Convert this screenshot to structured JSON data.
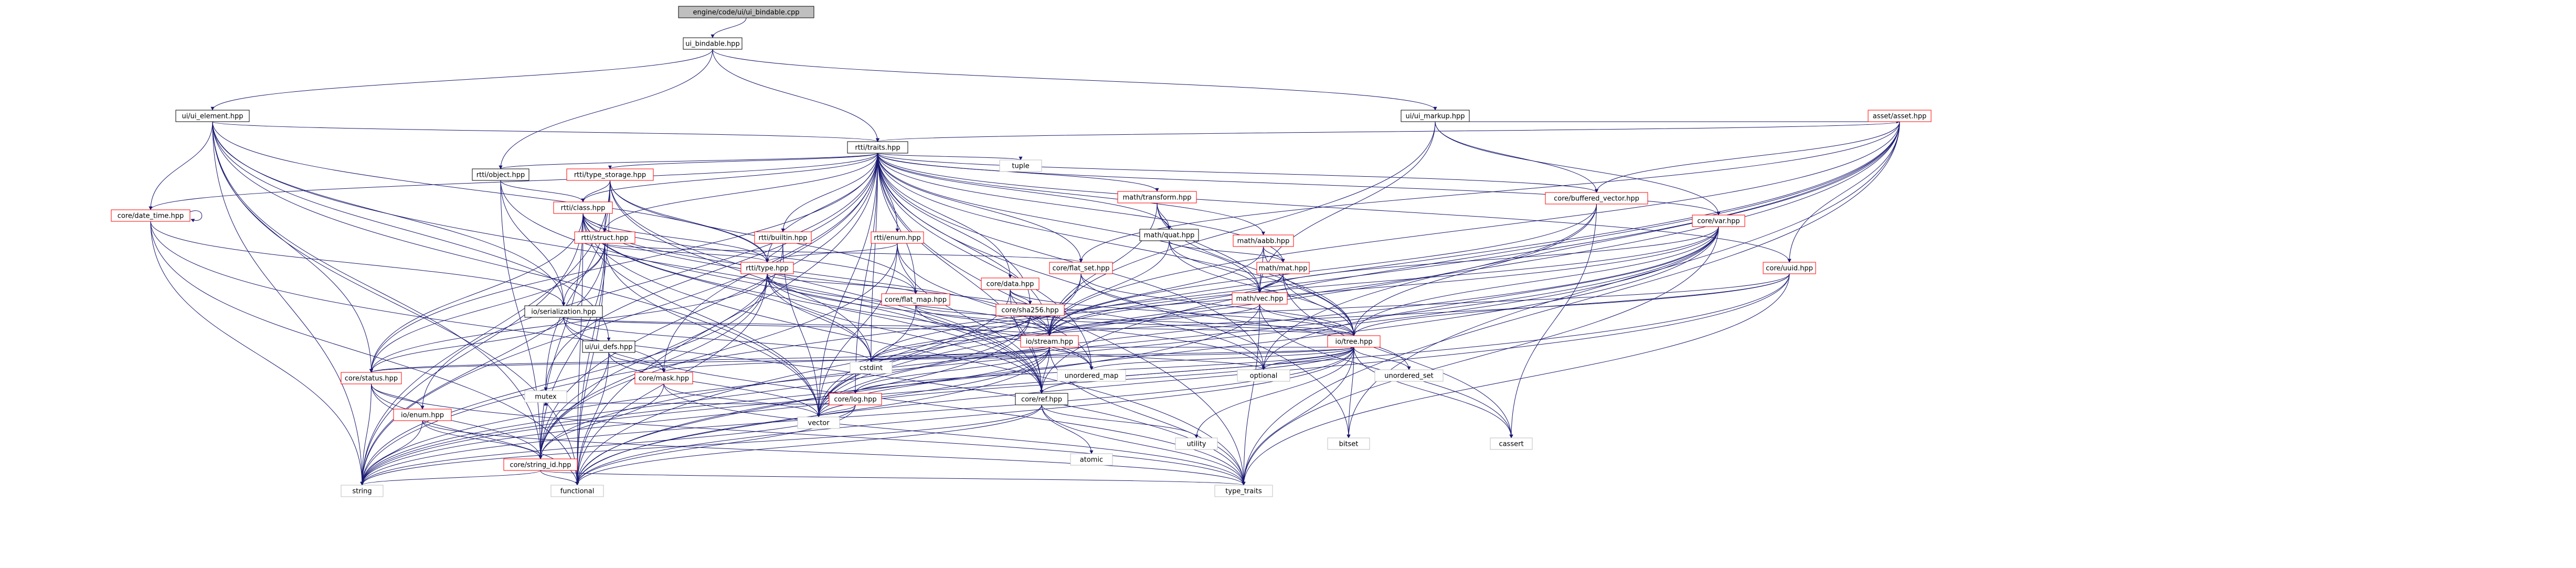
{
  "graph": {
    "nodes": [
      {
        "id": "root",
        "label": "engine/code/ui/ui_bindable.cpp",
        "kind": "root"
      },
      {
        "id": "ui_bindable",
        "label": "ui_bindable.hpp",
        "kind": "normal"
      },
      {
        "id": "ui_element",
        "label": "ui/ui_element.hpp",
        "kind": "normal"
      },
      {
        "id": "ui_markup",
        "label": "ui/ui_markup.hpp",
        "kind": "normal"
      },
      {
        "id": "asset",
        "label": "asset/asset.hpp",
        "kind": "red"
      },
      {
        "id": "rtti_traits",
        "label": "rtti/traits.hpp",
        "kind": "normal"
      },
      {
        "id": "rtti_object",
        "label": "rtti/object.hpp",
        "kind": "normal"
      },
      {
        "id": "rtti_type_storage",
        "label": "rtti/type_storage.hpp",
        "kind": "red"
      },
      {
        "id": "rtti_class",
        "label": "rtti/class.hpp",
        "kind": "red"
      },
      {
        "id": "rtti_struct",
        "label": "rtti/struct.hpp",
        "kind": "red"
      },
      {
        "id": "rtti_builtin",
        "label": "rtti/builtin.hpp",
        "kind": "red"
      },
      {
        "id": "rtti_enum",
        "label": "rtti/enum.hpp",
        "kind": "red"
      },
      {
        "id": "rtti_type",
        "label": "rtti/type.hpp",
        "kind": "red"
      },
      {
        "id": "math_transform",
        "label": "math/transform.hpp",
        "kind": "red"
      },
      {
        "id": "math_quat",
        "label": "math/quat.hpp",
        "kind": "normal"
      },
      {
        "id": "math_aabb",
        "label": "math/aabb.hpp",
        "kind": "red"
      },
      {
        "id": "math_mat",
        "label": "math/mat.hpp",
        "kind": "red"
      },
      {
        "id": "math_vec",
        "label": "math/vec.hpp",
        "kind": "red"
      },
      {
        "id": "core_buffered_vector",
        "label": "core/buffered_vector.hpp",
        "kind": "red"
      },
      {
        "id": "core_var",
        "label": "core/var.hpp",
        "kind": "red"
      },
      {
        "id": "core_uuid",
        "label": "core/uuid.hpp",
        "kind": "red"
      },
      {
        "id": "core_flat_set",
        "label": "core/flat_set.hpp",
        "kind": "red"
      },
      {
        "id": "core_flat_map",
        "label": "core/flat_map.hpp",
        "kind": "red"
      },
      {
        "id": "core_data",
        "label": "core/data.hpp",
        "kind": "red"
      },
      {
        "id": "core_sha256",
        "label": "core/sha256.hpp",
        "kind": "red"
      },
      {
        "id": "core_date_time",
        "label": "core/date_time.hpp",
        "kind": "red"
      },
      {
        "id": "io_serialization",
        "label": "io/serialization.hpp",
        "kind": "normal"
      },
      {
        "id": "ui_defs",
        "label": "ui/ui_defs.hpp",
        "kind": "normal"
      },
      {
        "id": "io_stream",
        "label": "io/stream.hpp",
        "kind": "red"
      },
      {
        "id": "io_tree",
        "label": "io/tree.hpp",
        "kind": "red"
      },
      {
        "id": "core_status",
        "label": "core/status.hpp",
        "kind": "red"
      },
      {
        "id": "core_mask",
        "label": "core/mask.hpp",
        "kind": "red"
      },
      {
        "id": "core_log",
        "label": "core/log.hpp",
        "kind": "red"
      },
      {
        "id": "core_ref",
        "label": "core/ref.hpp",
        "kind": "normal"
      },
      {
        "id": "io_enum",
        "label": "io/enum.hpp",
        "kind": "red"
      },
      {
        "id": "core_string_id",
        "label": "core/string_id.hpp",
        "kind": "red"
      },
      {
        "id": "tuple",
        "label": "tuple",
        "kind": "leaf"
      },
      {
        "id": "cstdint",
        "label": "cstdint",
        "kind": "leaf"
      },
      {
        "id": "unordered_map",
        "label": "unordered_map",
        "kind": "leaf"
      },
      {
        "id": "optional",
        "label": "optional",
        "kind": "leaf"
      },
      {
        "id": "unordered_set",
        "label": "unordered_set",
        "kind": "leaf"
      },
      {
        "id": "vector",
        "label": "vector",
        "kind": "leaf"
      },
      {
        "id": "mutex",
        "label": "mutex",
        "kind": "leaf"
      },
      {
        "id": "atomic",
        "label": "atomic",
        "kind": "leaf"
      },
      {
        "id": "utility",
        "label": "utility",
        "kind": "leaf"
      },
      {
        "id": "bitset",
        "label": "bitset",
        "kind": "leaf"
      },
      {
        "id": "cassert",
        "label": "cassert",
        "kind": "leaf"
      },
      {
        "id": "string",
        "label": "string",
        "kind": "leaf"
      },
      {
        "id": "functional",
        "label": "functional",
        "kind": "leaf"
      },
      {
        "id": "type_traits",
        "label": "type_traits",
        "kind": "leaf"
      }
    ],
    "edges": [
      [
        "root",
        "ui_bindable"
      ],
      [
        "ui_bindable",
        "ui_element"
      ],
      [
        "ui_bindable",
        "ui_markup"
      ],
      [
        "ui_bindable",
        "rtti_traits"
      ],
      [
        "ui_bindable",
        "rtti_object"
      ],
      [
        "ui_element",
        "rtti_traits"
      ],
      [
        "ui_element",
        "core_date_time"
      ],
      [
        "ui_element",
        "io_serialization"
      ],
      [
        "ui_element",
        "core_status"
      ],
      [
        "ui_element",
        "core_string_id"
      ],
      [
        "ui_element",
        "ui_defs"
      ],
      [
        "ui_element",
        "core_ref"
      ],
      [
        "ui_element",
        "vector"
      ],
      [
        "ui_element",
        "string"
      ],
      [
        "ui_element",
        "functional"
      ],
      [
        "ui_element",
        "rtti_type"
      ],
      [
        "ui_markup",
        "asset"
      ],
      [
        "ui_markup",
        "core_buffered_vector"
      ],
      [
        "ui_markup",
        "core_var"
      ],
      [
        "ui_markup",
        "io_stream"
      ],
      [
        "ui_markup",
        "math_vec"
      ],
      [
        "asset",
        "rtti_traits"
      ],
      [
        "asset",
        "core_uuid"
      ],
      [
        "asset",
        "core_buffered_vector"
      ],
      [
        "asset",
        "core_flat_set"
      ],
      [
        "asset",
        "io_stream"
      ],
      [
        "asset",
        "core_ref"
      ],
      [
        "asset",
        "vector"
      ],
      [
        "asset",
        "functional"
      ],
      [
        "asset",
        "type_traits"
      ],
      [
        "asset",
        "string"
      ],
      [
        "asset",
        "optional"
      ],
      [
        "asset",
        "bitset"
      ],
      [
        "rtti_traits",
        "tuple"
      ],
      [
        "rtti_traits",
        "rtti_type_storage"
      ],
      [
        "rtti_traits",
        "rtti_class"
      ],
      [
        "rtti_traits",
        "rtti_struct"
      ],
      [
        "rtti_traits",
        "rtti_builtin"
      ],
      [
        "rtti_traits",
        "rtti_enum"
      ],
      [
        "rtti_traits",
        "rtti_type"
      ],
      [
        "rtti_traits",
        "rtti_object"
      ],
      [
        "rtti_traits",
        "math_transform"
      ],
      [
        "rtti_traits",
        "math_quat"
      ],
      [
        "rtti_traits",
        "math_aabb"
      ],
      [
        "rtti_traits",
        "math_mat"
      ],
      [
        "rtti_traits",
        "math_vec"
      ],
      [
        "rtti_traits",
        "core_buffered_vector"
      ],
      [
        "rtti_traits",
        "core_var"
      ],
      [
        "rtti_traits",
        "core_uuid"
      ],
      [
        "rtti_traits",
        "core_flat_set"
      ],
      [
        "rtti_traits",
        "core_flat_map"
      ],
      [
        "rtti_traits",
        "core_data"
      ],
      [
        "rtti_traits",
        "core_sha256"
      ],
      [
        "rtti_traits",
        "core_date_time"
      ],
      [
        "rtti_traits",
        "io_stream"
      ],
      [
        "rtti_traits",
        "io_tree"
      ],
      [
        "rtti_traits",
        "core_status"
      ],
      [
        "rtti_traits",
        "core_mask"
      ],
      [
        "rtti_traits",
        "core_log"
      ],
      [
        "rtti_traits",
        "core_ref"
      ],
      [
        "rtti_traits",
        "io_enum"
      ],
      [
        "rtti_traits",
        "core_string_id"
      ],
      [
        "rtti_traits",
        "mutex"
      ],
      [
        "rtti_traits",
        "cstdint"
      ],
      [
        "rtti_traits",
        "unordered_map"
      ],
      [
        "rtti_traits",
        "optional"
      ],
      [
        "rtti_traits",
        "vector"
      ],
      [
        "rtti_traits",
        "string"
      ],
      [
        "rtti_traits",
        "functional"
      ],
      [
        "rtti_traits",
        "type_traits"
      ],
      [
        "rtti_traits",
        "bitset"
      ],
      [
        "rtti_object",
        "rtti_class"
      ],
      [
        "rtti_object",
        "core_ref"
      ],
      [
        "rtti_object",
        "core_string_id"
      ],
      [
        "rtti_object",
        "io_serialization"
      ],
      [
        "rtti_type_storage",
        "rtti_class"
      ],
      [
        "rtti_type_storage",
        "rtti_struct"
      ],
      [
        "rtti_type_storage",
        "rtti_type"
      ],
      [
        "rtti_type_storage",
        "core_flat_map"
      ],
      [
        "rtti_type_storage",
        "core_ref"
      ],
      [
        "rtti_type_storage",
        "cstdint"
      ],
      [
        "rtti_type_storage",
        "string"
      ],
      [
        "rtti_type_storage",
        "functional"
      ],
      [
        "rtti_type_storage",
        "mutex"
      ],
      [
        "rtti_class",
        "rtti_struct"
      ],
      [
        "rtti_class",
        "rtti_type"
      ],
      [
        "rtti_class",
        "core_flat_map"
      ],
      [
        "rtti_class",
        "core_status"
      ],
      [
        "rtti_class",
        "core_string_id"
      ],
      [
        "rtti_class",
        "core_ref"
      ],
      [
        "rtti_class",
        "io_stream"
      ],
      [
        "rtti_class",
        "cstdint"
      ],
      [
        "rtti_class",
        "string"
      ],
      [
        "rtti_class",
        "functional"
      ],
      [
        "rtti_class",
        "vector"
      ],
      [
        "rtti_class",
        "type_traits"
      ],
      [
        "rtti_class",
        "optional"
      ],
      [
        "rtti_struct",
        "rtti_type"
      ],
      [
        "rtti_struct",
        "core_flat_set"
      ],
      [
        "rtti_struct",
        "io_serialization"
      ],
      [
        "rtti_struct",
        "core_status"
      ],
      [
        "rtti_struct",
        "core_string_id"
      ],
      [
        "rtti_struct",
        "string"
      ],
      [
        "rtti_struct",
        "functional"
      ],
      [
        "rtti_struct",
        "vector"
      ],
      [
        "rtti_builtin",
        "rtti_type"
      ],
      [
        "rtti_builtin",
        "vector"
      ],
      [
        "rtti_builtin",
        "core_string_id"
      ],
      [
        "rtti_enum",
        "rtti_type"
      ],
      [
        "rtti_enum",
        "core_string_id"
      ],
      [
        "rtti_enum",
        "unordered_map"
      ],
      [
        "rtti_enum",
        "vector"
      ],
      [
        "rtti_enum",
        "core_ref"
      ],
      [
        "rtti_type",
        "core_flat_map"
      ],
      [
        "rtti_type",
        "io_stream"
      ],
      [
        "rtti_type",
        "core_status"
      ],
      [
        "rtti_type",
        "core_string_id"
      ],
      [
        "rtti_type",
        "core_ref"
      ],
      [
        "rtti_type",
        "cstdint"
      ],
      [
        "rtti_type",
        "optional"
      ],
      [
        "rtti_type",
        "unordered_map"
      ],
      [
        "rtti_type",
        "functional"
      ],
      [
        "rtti_type",
        "string"
      ],
      [
        "math_transform",
        "math_quat"
      ],
      [
        "math_transform",
        "math_vec"
      ],
      [
        "math_transform",
        "io_stream"
      ],
      [
        "math_transform",
        "io_tree"
      ],
      [
        "math_quat",
        "math_vec"
      ],
      [
        "math_quat",
        "math_mat"
      ],
      [
        "math_quat",
        "io_stream"
      ],
      [
        "math_quat",
        "io_tree"
      ],
      [
        "math_aabb",
        "math_vec"
      ],
      [
        "math_aabb",
        "math_mat"
      ],
      [
        "math_aabb",
        "io_stream"
      ],
      [
        "math_aabb",
        "io_tree"
      ],
      [
        "math_mat",
        "math_vec"
      ],
      [
        "math_mat",
        "io_stream"
      ],
      [
        "math_mat",
        "io_tree"
      ],
      [
        "math_mat",
        "cassert"
      ],
      [
        "math_vec",
        "io_stream"
      ],
      [
        "math_vec",
        "io_tree"
      ],
      [
        "math_vec",
        "string"
      ],
      [
        "math_vec",
        "cassert"
      ],
      [
        "math_vec",
        "type_traits"
      ],
      [
        "core_buffered_vector",
        "io_stream"
      ],
      [
        "core_buffered_vector",
        "io_tree"
      ],
      [
        "core_buffered_vector",
        "vector"
      ],
      [
        "core_buffered_vector",
        "cassert"
      ],
      [
        "core_var",
        "math_vec"
      ],
      [
        "core_var",
        "io_stream"
      ],
      [
        "core_var",
        "io_tree"
      ],
      [
        "core_var",
        "core_string_id"
      ],
      [
        "core_var",
        "string"
      ],
      [
        "core_var",
        "vector"
      ],
      [
        "core_var",
        "functional"
      ],
      [
        "core_var",
        "type_traits"
      ],
      [
        "core_var",
        "optional"
      ],
      [
        "core_var",
        "cstdint"
      ],
      [
        "core_uuid",
        "io_stream"
      ],
      [
        "core_uuid",
        "io_tree"
      ],
      [
        "core_uuid",
        "string"
      ],
      [
        "core_uuid",
        "functional"
      ],
      [
        "core_uuid",
        "cstdint"
      ],
      [
        "core_uuid",
        "type_traits"
      ],
      [
        "core_flat_set",
        "io_stream"
      ],
      [
        "core_flat_set",
        "io_tree"
      ],
      [
        "core_flat_set",
        "unordered_set"
      ],
      [
        "core_flat_set",
        "vector"
      ],
      [
        "core_flat_map",
        "io_stream"
      ],
      [
        "core_flat_map",
        "io_tree"
      ],
      [
        "core_flat_map",
        "unordered_map"
      ],
      [
        "core_flat_map",
        "vector"
      ],
      [
        "core_data",
        "io_stream"
      ],
      [
        "core_data",
        "io_tree"
      ],
      [
        "core_data",
        "core_sha256"
      ],
      [
        "core_data",
        "core_ref"
      ],
      [
        "core_data",
        "vector"
      ],
      [
        "core_sha256",
        "io_stream"
      ],
      [
        "core_sha256",
        "io_tree"
      ],
      [
        "core_sha256",
        "cstdint"
      ],
      [
        "core_sha256",
        "string"
      ],
      [
        "core_sha256",
        "functional"
      ],
      [
        "core_date_time",
        "core_date_time"
      ],
      [
        "core_date_time",
        "io_serialization"
      ],
      [
        "core_date_time",
        "string"
      ],
      [
        "core_date_time",
        "functional"
      ],
      [
        "core_date_time",
        "type_traits"
      ],
      [
        "io_serialization",
        "io_stream"
      ],
      [
        "io_serialization",
        "io_tree"
      ],
      [
        "io_serialization",
        "core_status"
      ],
      [
        "io_serialization",
        "core_mask"
      ],
      [
        "io_serialization",
        "cstdint"
      ],
      [
        "io_serialization",
        "type_traits"
      ],
      [
        "ui_defs",
        "core_mask"
      ],
      [
        "ui_defs",
        "core_string_id"
      ],
      [
        "ui_defs",
        "vector"
      ],
      [
        "ui_defs",
        "functional"
      ],
      [
        "io_stream",
        "io_tree"
      ],
      [
        "io_stream",
        "core_status"
      ],
      [
        "io_stream",
        "core_mask"
      ],
      [
        "io_stream",
        "core_log"
      ],
      [
        "io_stream",
        "core_ref"
      ],
      [
        "io_stream",
        "cstdint"
      ],
      [
        "io_stream",
        "vector"
      ],
      [
        "io_stream",
        "string"
      ],
      [
        "io_stream",
        "functional"
      ],
      [
        "io_stream",
        "type_traits"
      ],
      [
        "io_stream",
        "optional"
      ],
      [
        "io_tree",
        "core_status"
      ],
      [
        "io_tree",
        "core_log"
      ],
      [
        "io_tree",
        "core_ref"
      ],
      [
        "io_tree",
        "cstdint"
      ],
      [
        "io_tree",
        "unordered_map"
      ],
      [
        "io_tree",
        "unordered_set"
      ],
      [
        "io_tree",
        "optional"
      ],
      [
        "io_tree",
        "vector"
      ],
      [
        "io_tree",
        "utility"
      ],
      [
        "io_tree",
        "bitset"
      ],
      [
        "io_tree",
        "cassert"
      ],
      [
        "io_tree",
        "string"
      ],
      [
        "io_tree",
        "functional"
      ],
      [
        "io_tree",
        "type_traits"
      ],
      [
        "core_status",
        "io_enum"
      ],
      [
        "core_status",
        "core_string_id"
      ],
      [
        "core_status",
        "string"
      ],
      [
        "core_status",
        "functional"
      ],
      [
        "core_status",
        "type_traits"
      ],
      [
        "core_mask",
        "core_string_id"
      ],
      [
        "core_mask",
        "vector"
      ],
      [
        "core_mask",
        "type_traits"
      ],
      [
        "core_log",
        "vector"
      ],
      [
        "core_log",
        "mutex"
      ],
      [
        "core_log",
        "string"
      ],
      [
        "core_log",
        "functional"
      ],
      [
        "core_ref",
        "atomic"
      ],
      [
        "core_ref",
        "utility"
      ],
      [
        "core_ref",
        "type_traits"
      ],
      [
        "core_ref",
        "functional"
      ],
      [
        "core_ref",
        "string"
      ],
      [
        "io_enum",
        "core_string_id"
      ],
      [
        "io_enum",
        "string"
      ],
      [
        "io_enum",
        "type_traits"
      ],
      [
        "core_string_id",
        "string"
      ],
      [
        "core_string_id",
        "functional"
      ],
      [
        "core_string_id",
        "type_traits"
      ]
    ]
  }
}
